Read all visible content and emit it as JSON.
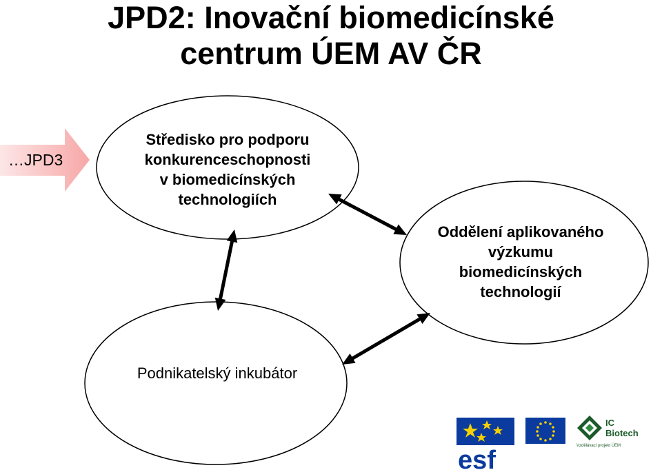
{
  "title": {
    "line1": "JPD2: Inovační biomedicínské",
    "line2": "centrum ÚEM AV ČR"
  },
  "side_arrow": {
    "label": "…JPD3",
    "fill_color": "#f9c6c6"
  },
  "nodes": {
    "stredisko": {
      "lines": [
        "Středisko pro podporu",
        "konkurenceschopnosti",
        "v biomedicínských",
        "technologiích"
      ]
    },
    "oddeleni": {
      "lines": [
        "Oddělení aplikovaného",
        "výzkumu",
        "biomedicínských",
        "technologií"
      ]
    },
    "inkubator": {
      "lines": [
        "Podnikatelský inkubátor"
      ]
    }
  },
  "edges": [
    {
      "from": "stredisko",
      "to": "oddeleni",
      "direction": "both"
    },
    {
      "from": "stredisko",
      "to": "inkubator",
      "direction": "both"
    },
    {
      "from": "inkubator",
      "to": "oddeleni",
      "direction": "both"
    }
  ],
  "logos": {
    "esf_icon": "esf-logo",
    "eu_icon": "eu-flag",
    "ic_biotech_icon": "ic-biotech-logo",
    "ic_biotech_text": [
      "IC",
      "Biotech"
    ],
    "ic_biotech_subtext": "Vzdělávací projekt ÚEM",
    "brand_blue": "#0b3b9e",
    "brand_green": "#1a5a2a",
    "star_yellow": "#f5d000"
  }
}
